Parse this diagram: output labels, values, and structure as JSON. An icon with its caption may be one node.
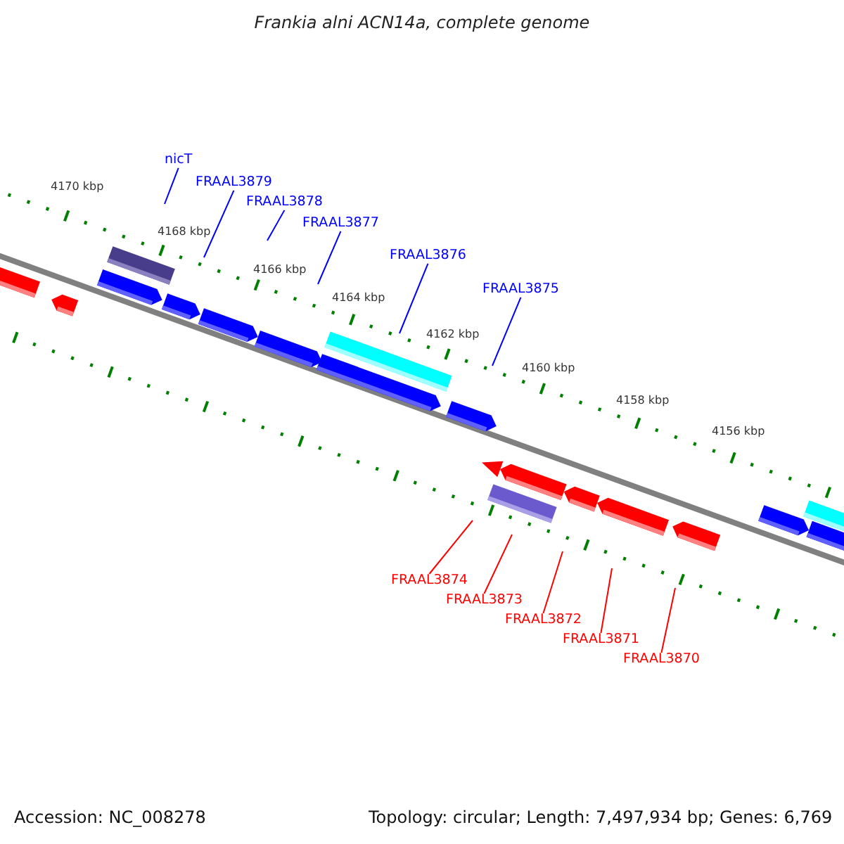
{
  "diagram": {
    "title": "Frankia alni ACN14a, complete genome",
    "nodes": [
      {
        "text": [
          "nicT"
        ]
      },
      {
        "text": [
          "FRAAL3879"
        ]
      },
      {
        "text": [
          "FRAAL3878"
        ]
      },
      {
        "text": [
          "FRAAL3877"
        ]
      },
      {
        "text": [
          "FRAAL3876"
        ]
      },
      {
        "text": [
          "FRAAL3875"
        ]
      },
      {
        "text": [
          "FRAAL3874"
        ]
      },
      {
        "text": [
          "FRAAL3873"
        ]
      },
      {
        "text": [
          "FRAAL3872"
        ]
      },
      {
        "text": [
          "FRAAL3871"
        ]
      },
      {
        "text": [
          "FRAAL3870"
        ]
      }
    ],
    "edges": [
      {
        "from": 0,
        "to": null,
        "arrow": "none"
      },
      {
        "from": 1,
        "to": null,
        "arrow": "none"
      },
      {
        "from": 2,
        "to": null,
        "arrow": "none"
      },
      {
        "from": 3,
        "to": null,
        "arrow": "none"
      },
      {
        "from": 4,
        "to": null,
        "arrow": "none"
      },
      {
        "from": 5,
        "to": null,
        "arrow": "none"
      },
      {
        "from": 6,
        "to": null,
        "arrow": "none",
        "color": "#ff0000"
      },
      {
        "from": 7,
        "to": null,
        "arrow": "none",
        "color": "#ff0000"
      },
      {
        "from": 8,
        "to": null,
        "arrow": "none",
        "color": "#ff0000"
      },
      {
        "from": 9,
        "to": null,
        "arrow": "none",
        "color": "#ff0000"
      },
      {
        "from": 10,
        "to": null,
        "arrow": "none",
        "color": "#ff0000"
      }
    ],
    "labels": [
      "4170 kbp",
      "4168 kbp",
      "4166 kbp",
      "4164 kbp",
      "4162 kbp",
      "4160 kbp",
      "4158 kbp",
      "4156 kbp",
      "Accession: NC_008278",
      "Topology: circular; Length: 7,497,934 bp; Genes: 6,769"
    ]
  }
}
